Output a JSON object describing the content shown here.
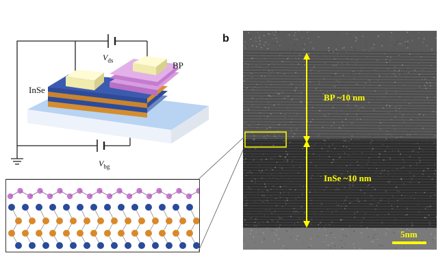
{
  "panel_a": {
    "material_bottom": "InSe",
    "material_top": "BP",
    "vds_main": "V",
    "vds_sub": "ds",
    "vbg_main": "V",
    "vbg_sub": "bg"
  },
  "panel_b": {
    "letter": "b",
    "layer_top": "BP ~10 nm",
    "layer_bottom": "InSe ~10 nm",
    "scale_bar": "5nm"
  },
  "colors": {
    "annotation_yellow": "#ffff00",
    "inse_orange": "#d9892a",
    "inse_blue": "#2a4a9a",
    "bp_pink": "#c77ad0",
    "substrate_blue": "#a9c8f0",
    "electrode": "#f3efb5"
  }
}
